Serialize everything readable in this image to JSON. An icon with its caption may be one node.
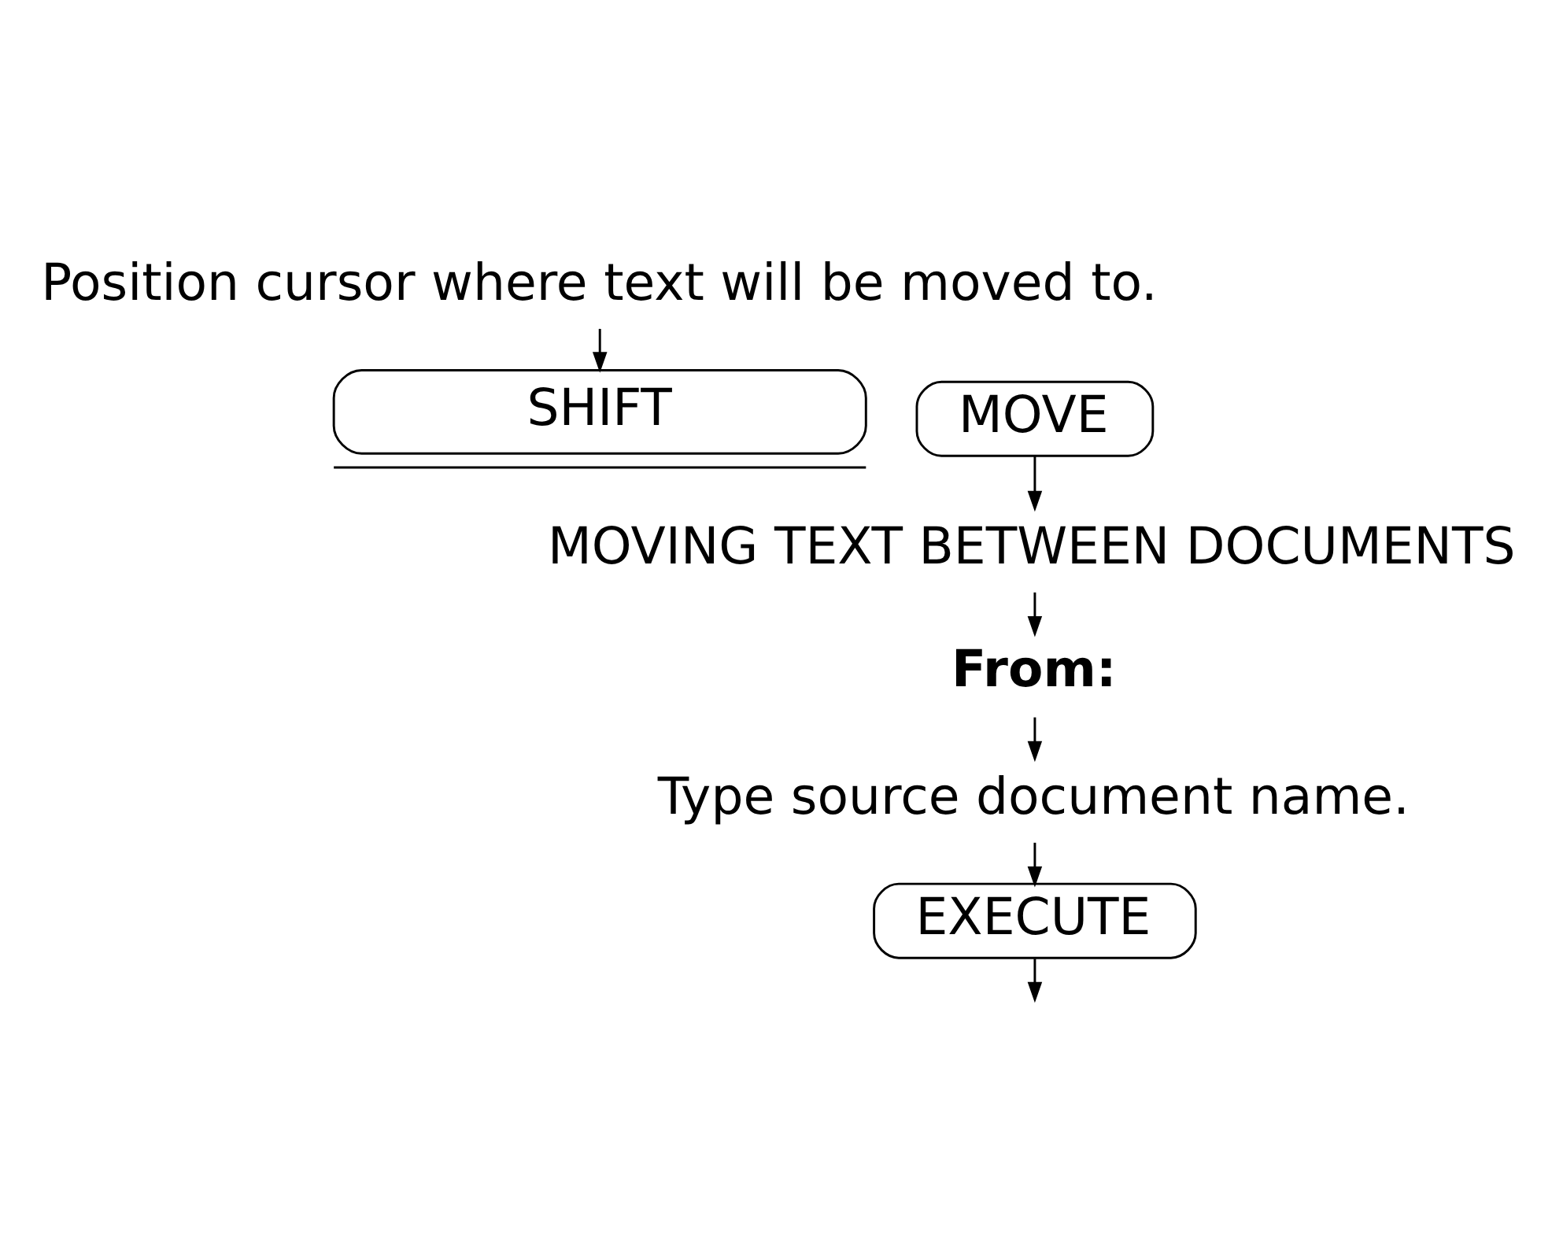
{
  "diagram": {
    "nodes": [
      {
        "text": [
          "Position cursor where text will be moved to."
        ]
      },
      {
        "text": [
          "SHIFT"
        ]
      },
      {
        "text": [
          "MOVE"
        ]
      },
      {
        "text": [
          "MOVING TEXT BETWEEN DOCUMENTS"
        ]
      },
      {
        "text": [
          "From:"
        ]
      },
      {
        "text": [
          "Type source document name."
        ]
      },
      {
        "text": [
          "EXECUTE"
        ]
      }
    ],
    "edges": [
      {
        "from": 0,
        "to": 1,
        "arrow": "to"
      },
      {
        "from": 2,
        "to": 3,
        "arrow": "to"
      },
      {
        "from": 3,
        "to": 4,
        "arrow": "to"
      },
      {
        "from": 4,
        "to": 5,
        "arrow": "to"
      },
      {
        "from": 5,
        "to": 6,
        "arrow": "to"
      },
      {
        "from": 6,
        "to": null,
        "arrow": "to"
      }
    ]
  }
}
